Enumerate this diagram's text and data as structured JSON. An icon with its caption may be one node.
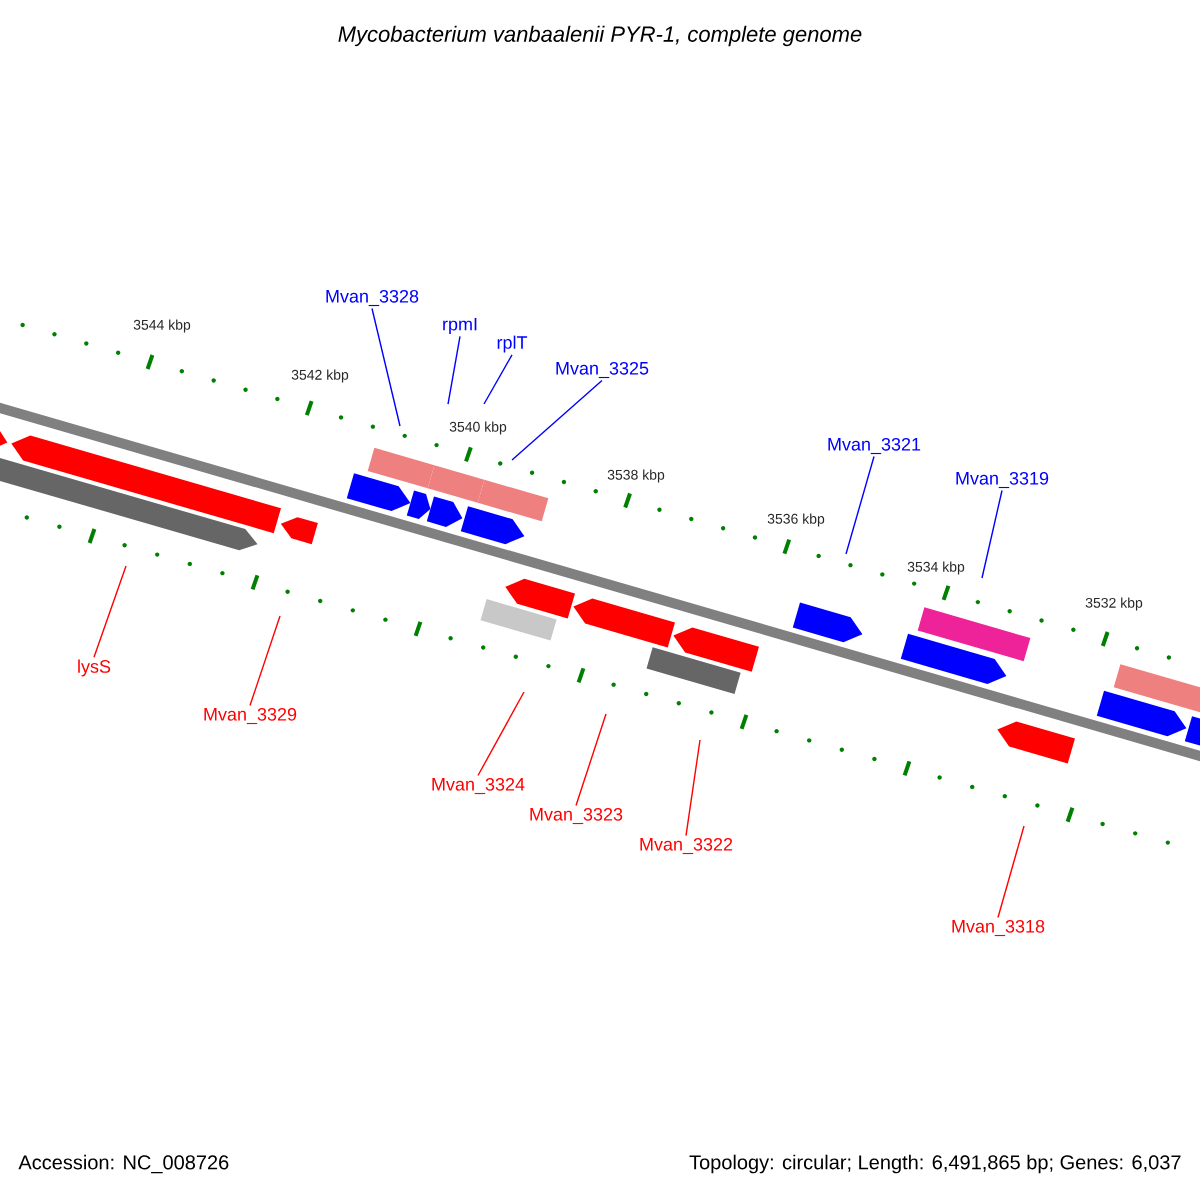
{
  "diagram": {
    "title": "Mycobacterium vanbaalenii PYR-1, complete genome",
    "nodes": [
      {
        "text": [
          "Mvan_3328"
        ]
      },
      {
        "text": [
          "rpmI"
        ]
      },
      {
        "text": [
          "rplT"
        ]
      },
      {
        "text": [
          "Mvan_3325"
        ]
      },
      {
        "text": [
          "Mvan_3321"
        ]
      },
      {
        "text": [
          "Mvan_3319"
        ]
      },
      {
        "text": [
          "lysS"
        ]
      },
      {
        "text": [
          "Mvan_3329"
        ]
      },
      {
        "text": [
          "Mvan_3324"
        ]
      },
      {
        "text": [
          "Mvan_3323"
        ]
      },
      {
        "text": [
          "Mvan_3322"
        ]
      },
      {
        "text": [
          "Mvan_3318"
        ]
      }
    ],
    "edges": [
      {
        "from": 0,
        "to": null,
        "arrow": "none"
      },
      {
        "from": 1,
        "to": null,
        "arrow": "none"
      },
      {
        "from": 2,
        "to": null,
        "arrow": "none"
      },
      {
        "from": 3,
        "to": null,
        "arrow": "none"
      },
      {
        "from": 4,
        "to": null,
        "arrow": "none"
      },
      {
        "from": 5,
        "to": null,
        "arrow": "none"
      },
      {
        "from": 6,
        "to": null,
        "arrow": "none",
        "color": "#ff0000"
      },
      {
        "from": 7,
        "to": null,
        "arrow": "none",
        "color": "#ff0000"
      },
      {
        "from": 8,
        "to": null,
        "arrow": "none",
        "color": "#ff0000"
      },
      {
        "from": 9,
        "to": null,
        "arrow": "none",
        "color": "#ff0000"
      },
      {
        "from": 10,
        "to": null,
        "arrow": "none",
        "color": "#ff0000"
      },
      {
        "from": 11,
        "to": null,
        "arrow": "none",
        "color": "#ff0000"
      }
    ],
    "labels": [
      "3544 kbp",
      "3542 kbp",
      "3540 kbp",
      "3538 kbp",
      "3536 kbp",
      "3534 kbp",
      "3532 kbp",
      "Accession: NC_008726",
      "Topology: circular; Length: 6,491,865 bp; Genes: 6,037"
    ]
  }
}
